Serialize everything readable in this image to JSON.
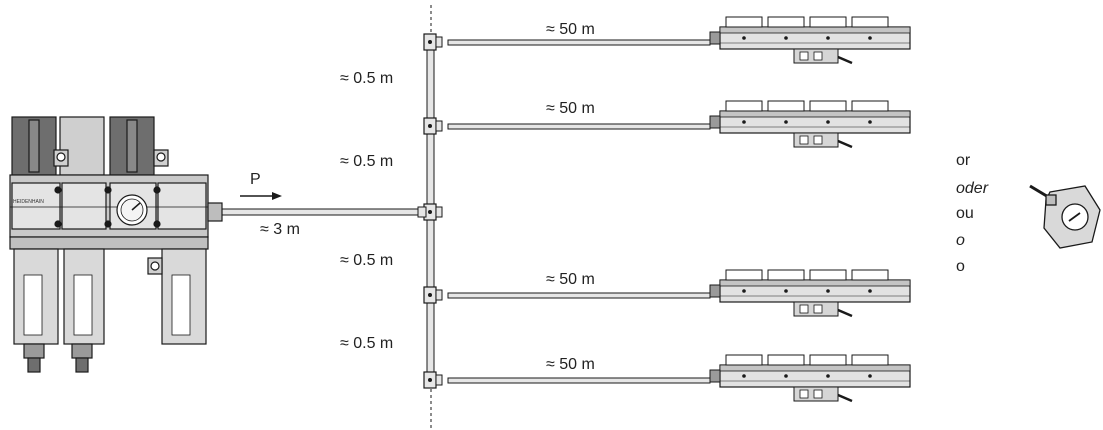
{
  "flow_label": "P",
  "supply_length": "≈ 3 m",
  "spacing_labels": [
    "≈ 0.5 m",
    "≈ 0.5 m",
    "≈ 0.5 m",
    "≈ 0.5 m"
  ],
  "branch_lengths": [
    "≈ 50 m",
    "≈ 50 m",
    "≈ 50 m",
    "≈ 50 m"
  ],
  "unit_brand": "HEIDENHAIN",
  "alternatives": [
    {
      "text": "or",
      "italic": false
    },
    {
      "text": "oder",
      "italic": true
    },
    {
      "text": "ou",
      "italic": false
    },
    {
      "text": "o",
      "italic": true
    },
    {
      "text": "o",
      "italic": false
    }
  ],
  "colors": {
    "line": "#1a1a1a",
    "cap_dark": "#6e6e6e",
    "body_gray": "#c9c9c9",
    "bowl_gray": "#d9d9d9"
  }
}
